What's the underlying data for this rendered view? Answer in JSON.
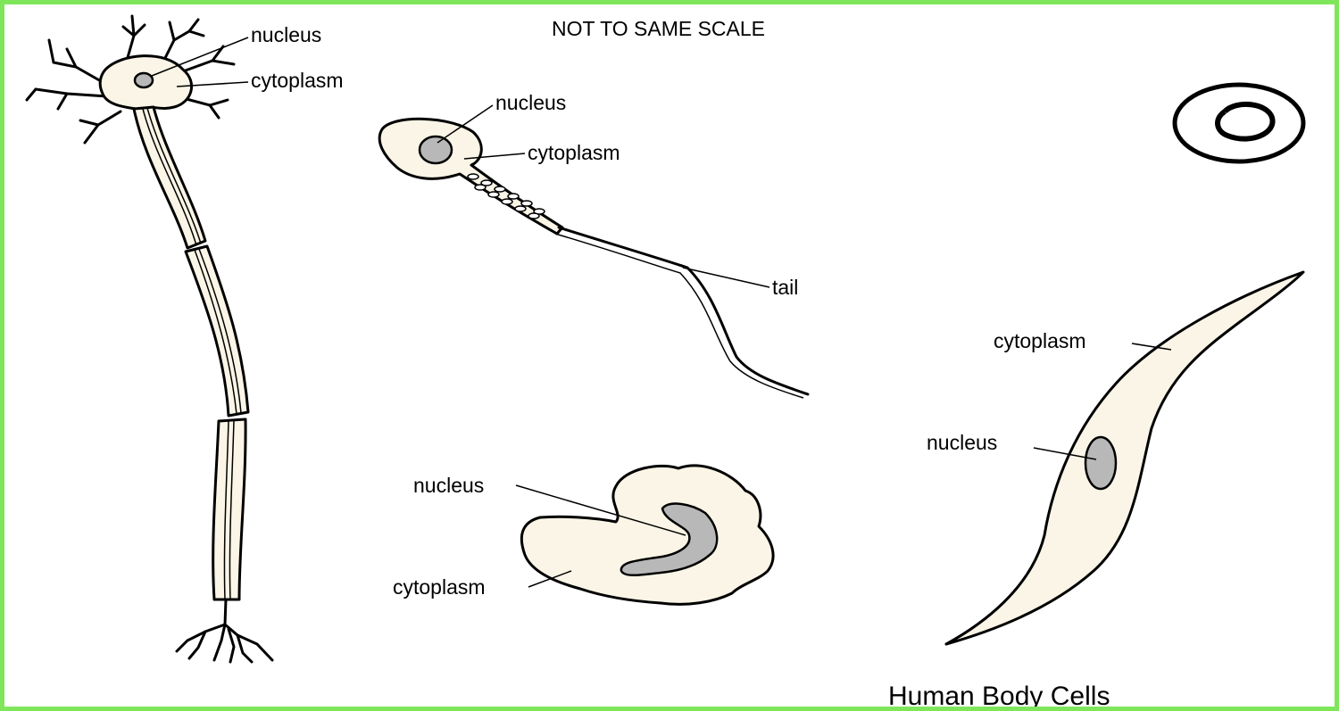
{
  "title": "NOT TO SAME SCALE",
  "caption": "Human Body Cells",
  "colors": {
    "border": "#7fe65c",
    "cytoplasm": "#faf5e6",
    "nucleus": "#b8b8b8"
  },
  "labels": {
    "nerve_nucleus": "nucleus",
    "nerve_cytoplasm": "cytoplasm",
    "sperm_nucleus": "nucleus",
    "sperm_cytoplasm": "cytoplasm",
    "sperm_tail": "tail",
    "white_nucleus": "nucleus",
    "white_cytoplasm": "cytoplasm",
    "muscle_cytoplasm": "cytoplasm",
    "muscle_nucleus": "nucleus"
  }
}
